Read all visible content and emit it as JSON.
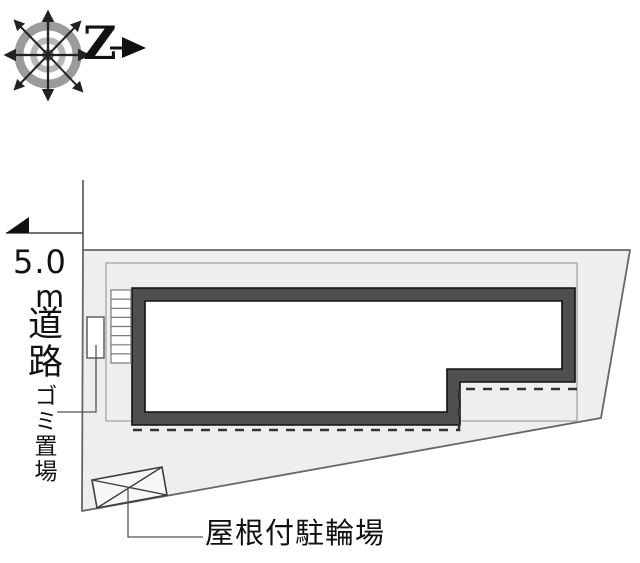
{
  "compass": {
    "north_letter": "Z"
  },
  "road": {
    "width_value": "5.0",
    "width_unit": "m",
    "label": "道路"
  },
  "labels": {
    "garbage": "ゴミ置場",
    "bicycle_parking": "屋根付駐輪場"
  },
  "colors": {
    "background": "#ffffff",
    "site_fill": "#eeeeee",
    "boundary": "#666666",
    "building_band": "#4f4f4f",
    "building_outline": "#111111",
    "building_interior": "#ffffff",
    "dashed_eaves_line": "#333333",
    "compass_outer_ring": "#9b9b9b",
    "compass_inner_ring": "#b7b7b7",
    "text": "#111111"
  }
}
